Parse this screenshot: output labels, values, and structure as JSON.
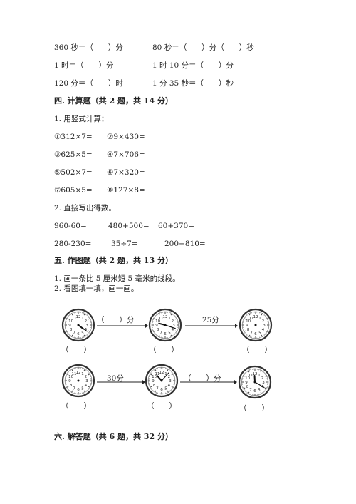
{
  "conversions": [
    {
      "left": "360 秒＝（　　）分",
      "right": "80 秒＝（　　）分（　　）秒"
    },
    {
      "left": "1 时＝（　　）分",
      "right": "1 时 10 分＝（　　）分"
    },
    {
      "left": "120 分＝（　　）时",
      "right": "1 分 35 秒＝（　　）秒"
    }
  ],
  "section4": {
    "title": "四. 计算题（共 2 题，共 14 分）",
    "q1": "1. 用竖式计算：",
    "vertical": [
      [
        "①312×7=",
        "②9×430="
      ],
      [
        "③625×5=",
        "④7×706="
      ],
      [
        "⑤502×7=",
        "⑥7×320="
      ],
      [
        "⑦605×5=",
        "⑧127×8="
      ]
    ],
    "q2": "2. 直接写出得数。",
    "oral": [
      [
        "960-60=",
        "480+500=",
        "60+370="
      ],
      [
        "280-230=",
        "35÷7=",
        "200+810="
      ]
    ]
  },
  "section5": {
    "title": "五. 作图题（共 2 题，共 13 分）",
    "q1": "1. 画一条比 5 厘米短 5 毫米的线段。",
    "q2": "2. 看图填一填，画一画。",
    "row1": {
      "label1": "（　　）分",
      "label2": "25分",
      "answer": "（　　）"
    },
    "row2": {
      "label1": "30分",
      "label2": "（　　）分",
      "answer": "（　　）"
    }
  },
  "section6": {
    "title": "六. 解答题（共 6 题，共 32 分）"
  }
}
